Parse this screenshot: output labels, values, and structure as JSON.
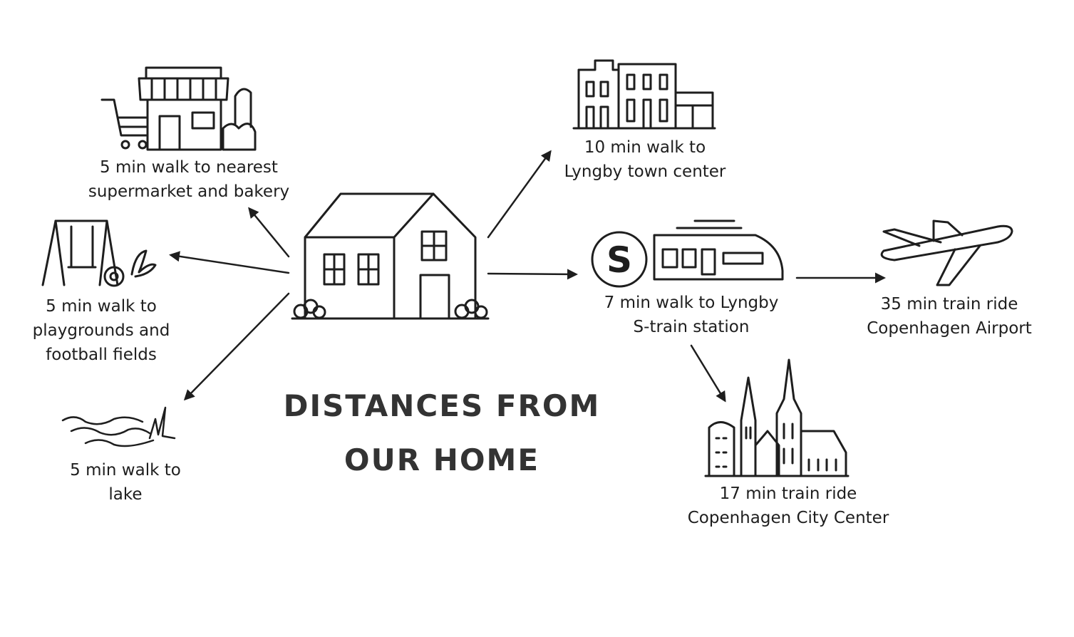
{
  "title": {
    "line1": "DISTANCES FROM",
    "line2": "OUR HOME"
  },
  "destinations": {
    "supermarket": {
      "icon": "shop-cart-icon",
      "line1": "5 min walk to nearest",
      "line2": "supermarket and bakery"
    },
    "town": {
      "icon": "town-buildings-icon",
      "line1": "10 min walk to",
      "line2": "Lyngby town center"
    },
    "playground": {
      "icon": "swing-icon",
      "line1": "5 min walk to",
      "line2": "playgrounds and",
      "line3": "football fields"
    },
    "station": {
      "icon": "s-train-icon",
      "badge": "S",
      "line1": "7 min walk to Lyngby",
      "line2": "S-train station"
    },
    "airport": {
      "icon": "airplane-icon",
      "line1": "35 min train ride",
      "line2": "Copenhagen Airport"
    },
    "lake": {
      "icon": "lake-icon",
      "line1": "5 min walk to",
      "line2": "lake"
    },
    "city": {
      "icon": "city-skyline-icon",
      "line1": "17 min train ride",
      "line2": "Copenhagen City Center"
    }
  }
}
